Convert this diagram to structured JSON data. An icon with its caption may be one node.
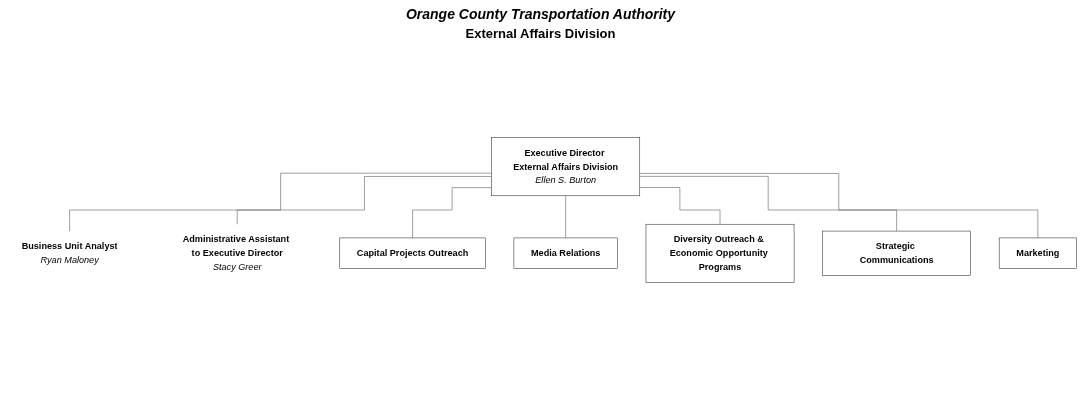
{
  "diagram": {
    "title": "Orange County Transportation Authority",
    "nodes": [
      {
        "text": [
          "Executive Director External Affairs Division",
          "Ellen S. Burton"
        ]
      },
      {
        "text": [
          "Business Unit Analyst",
          "Ryan Maloney"
        ]
      },
      {
        "text": [
          "Administrative Assistant to Executive Director",
          "Stacy Greer"
        ]
      },
      {
        "text": [
          "Capital Projects Outreach"
        ]
      },
      {
        "text": [
          "Media Relations"
        ]
      },
      {
        "text": [
          "Diversity Outreach & Economic Opportunity Programs"
        ]
      },
      {
        "text": [
          "Strategic Communications"
        ]
      },
      {
        "text": [
          "Marketing"
        ]
      }
    ],
    "edges": [
      {
        "from": 0,
        "to": 1,
        "arrow": "none"
      },
      {
        "from": 0,
        "to": 2,
        "arrow": "none"
      },
      {
        "from": 0,
        "to": 3,
        "arrow": "none"
      },
      {
        "from": 0,
        "to": 4,
        "arrow": "none"
      },
      {
        "from": 0,
        "to": 5,
        "arrow": "none"
      },
      {
        "from": 0,
        "to": 6,
        "arrow": "none"
      },
      {
        "from": 0,
        "to": 7,
        "arrow": "none"
      }
    ],
    "labels": [
      "External Affairs Division"
    ]
  }
}
